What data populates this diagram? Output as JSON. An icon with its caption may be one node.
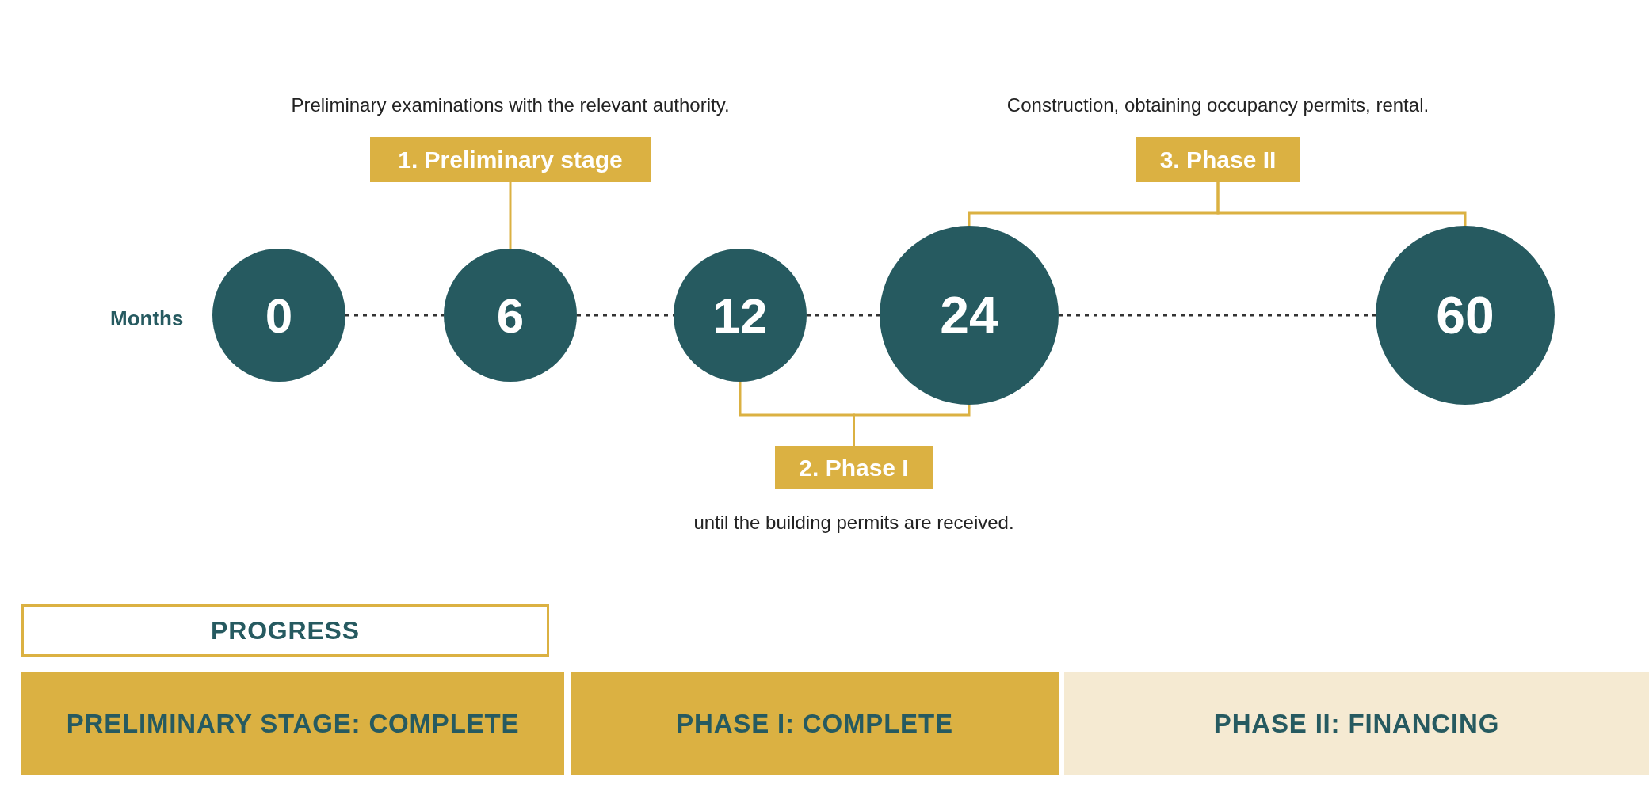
{
  "diagram": {
    "nodes": [
      {
        "text": [
          "1. Preliminary stage"
        ],
        "beside": [
          "Preliminary examinations with the relevant authority."
        ]
      },
      {
        "text": [
          "3. Phase II"
        ],
        "beside": [
          "Construction, obtaining occupancy permits, rental."
        ]
      },
      {
        "text": [
          "0"
        ]
      },
      {
        "text": [
          "6"
        ]
      },
      {
        "text": [
          "12"
        ]
      },
      {
        "text": [
          "24"
        ]
      },
      {
        "text": [
          "60"
        ]
      },
      {
        "text": [
          "2. Phase I"
        ],
        "beside": [
          "until the building permits are received."
        ]
      },
      {
        "text": [
          "PROGRESS"
        ]
      },
      {
        "text": [
          "PRELIMINARY STAGE: COMPLETE"
        ]
      },
      {
        "text": [
          "PHASE I: COMPLETE"
        ]
      },
      {
        "text": [
          "PHASE II: FINANCING"
        ]
      }
    ],
    "edges": [
      {
        "from": 0,
        "to": 3,
        "arrow": "none"
      },
      {
        "from": 1,
        "to": 5,
        "arrow": "none"
      },
      {
        "from": 1,
        "to": 6,
        "arrow": "none"
      },
      {
        "from": 2,
        "to": 3,
        "arrow": "none",
        "style": "dashed",
        "color": "#333333"
      },
      {
        "from": 3,
        "to": 4,
        "arrow": "none",
        "style": "dashed",
        "color": "#333333"
      },
      {
        "from": 4,
        "to": 5,
        "arrow": "none",
        "style": "dashed",
        "color": "#333333"
      },
      {
        "from": 5,
        "to": 6,
        "arrow": "none",
        "style": "dashed",
        "color": "#333333"
      },
      {
        "from": 7,
        "to": 4,
        "arrow": "none"
      },
      {
        "from": 7,
        "to": 5,
        "arrow": "none"
      }
    ],
    "labels": [
      "Months"
    ]
  }
}
